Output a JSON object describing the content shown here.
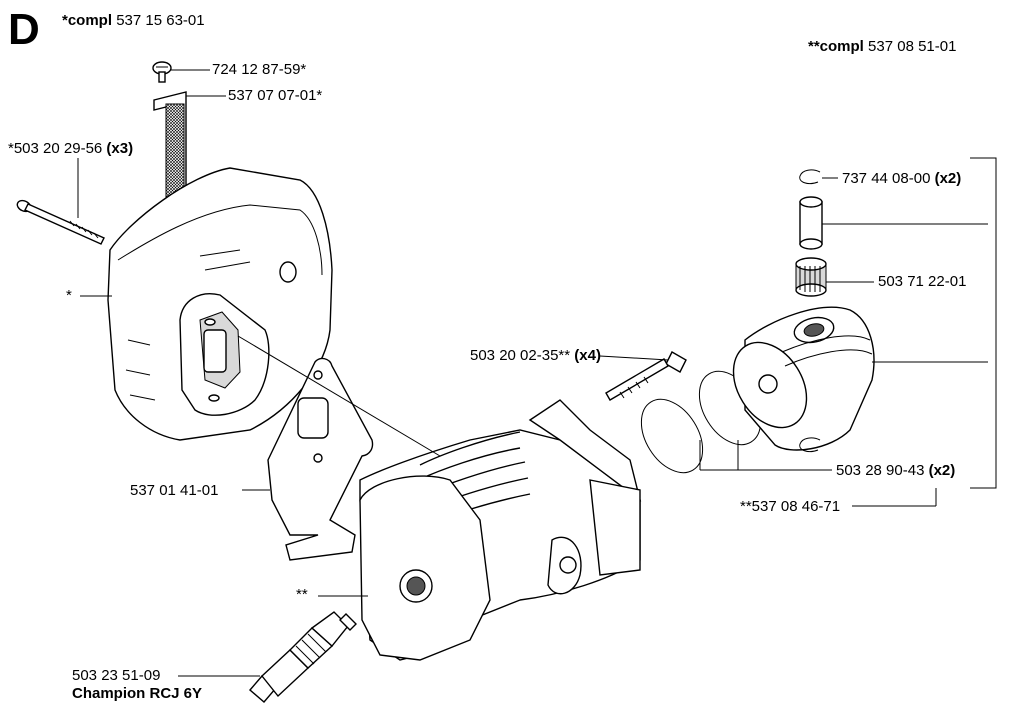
{
  "section": "D",
  "complete_sets": {
    "single_star": {
      "prefix": "*compl",
      "number": "537 15 63-01"
    },
    "double_star": {
      "prefix": "**compl",
      "number": "537 08 51-01"
    }
  },
  "parts": [
    {
      "id": "screw-top",
      "number": "724 12 87-59*",
      "qty": ""
    },
    {
      "id": "screen",
      "number": "537 07 07-01*",
      "qty": ""
    },
    {
      "id": "muffler-bolt",
      "number": "*503 20 29-56",
      "qty": "(x3)"
    },
    {
      "id": "muffler",
      "number": "*",
      "qty": ""
    },
    {
      "id": "circlip",
      "number": "737 44 08-00",
      "qty": "(x2)"
    },
    {
      "id": "needle-bearing",
      "number": "503 71 22-01",
      "qty": ""
    },
    {
      "id": "cylinder-screw",
      "number": "503 20 02-35**",
      "qty": "(x4)"
    },
    {
      "id": "gasket",
      "number": "537 01 41-01",
      "qty": ""
    },
    {
      "id": "piston-ring",
      "number": "503 28 90-43",
      "qty": "(x2)"
    },
    {
      "id": "piston-kit",
      "number": "**537 08 46-71",
      "qty": ""
    },
    {
      "id": "cylinder",
      "number": "**",
      "qty": ""
    },
    {
      "id": "spark-plug",
      "number": "503 23 51-09",
      "qty": ""
    },
    {
      "id": "spark-plug-brand",
      "number": "Champion RCJ 6Y",
      "qty": ""
    }
  ]
}
